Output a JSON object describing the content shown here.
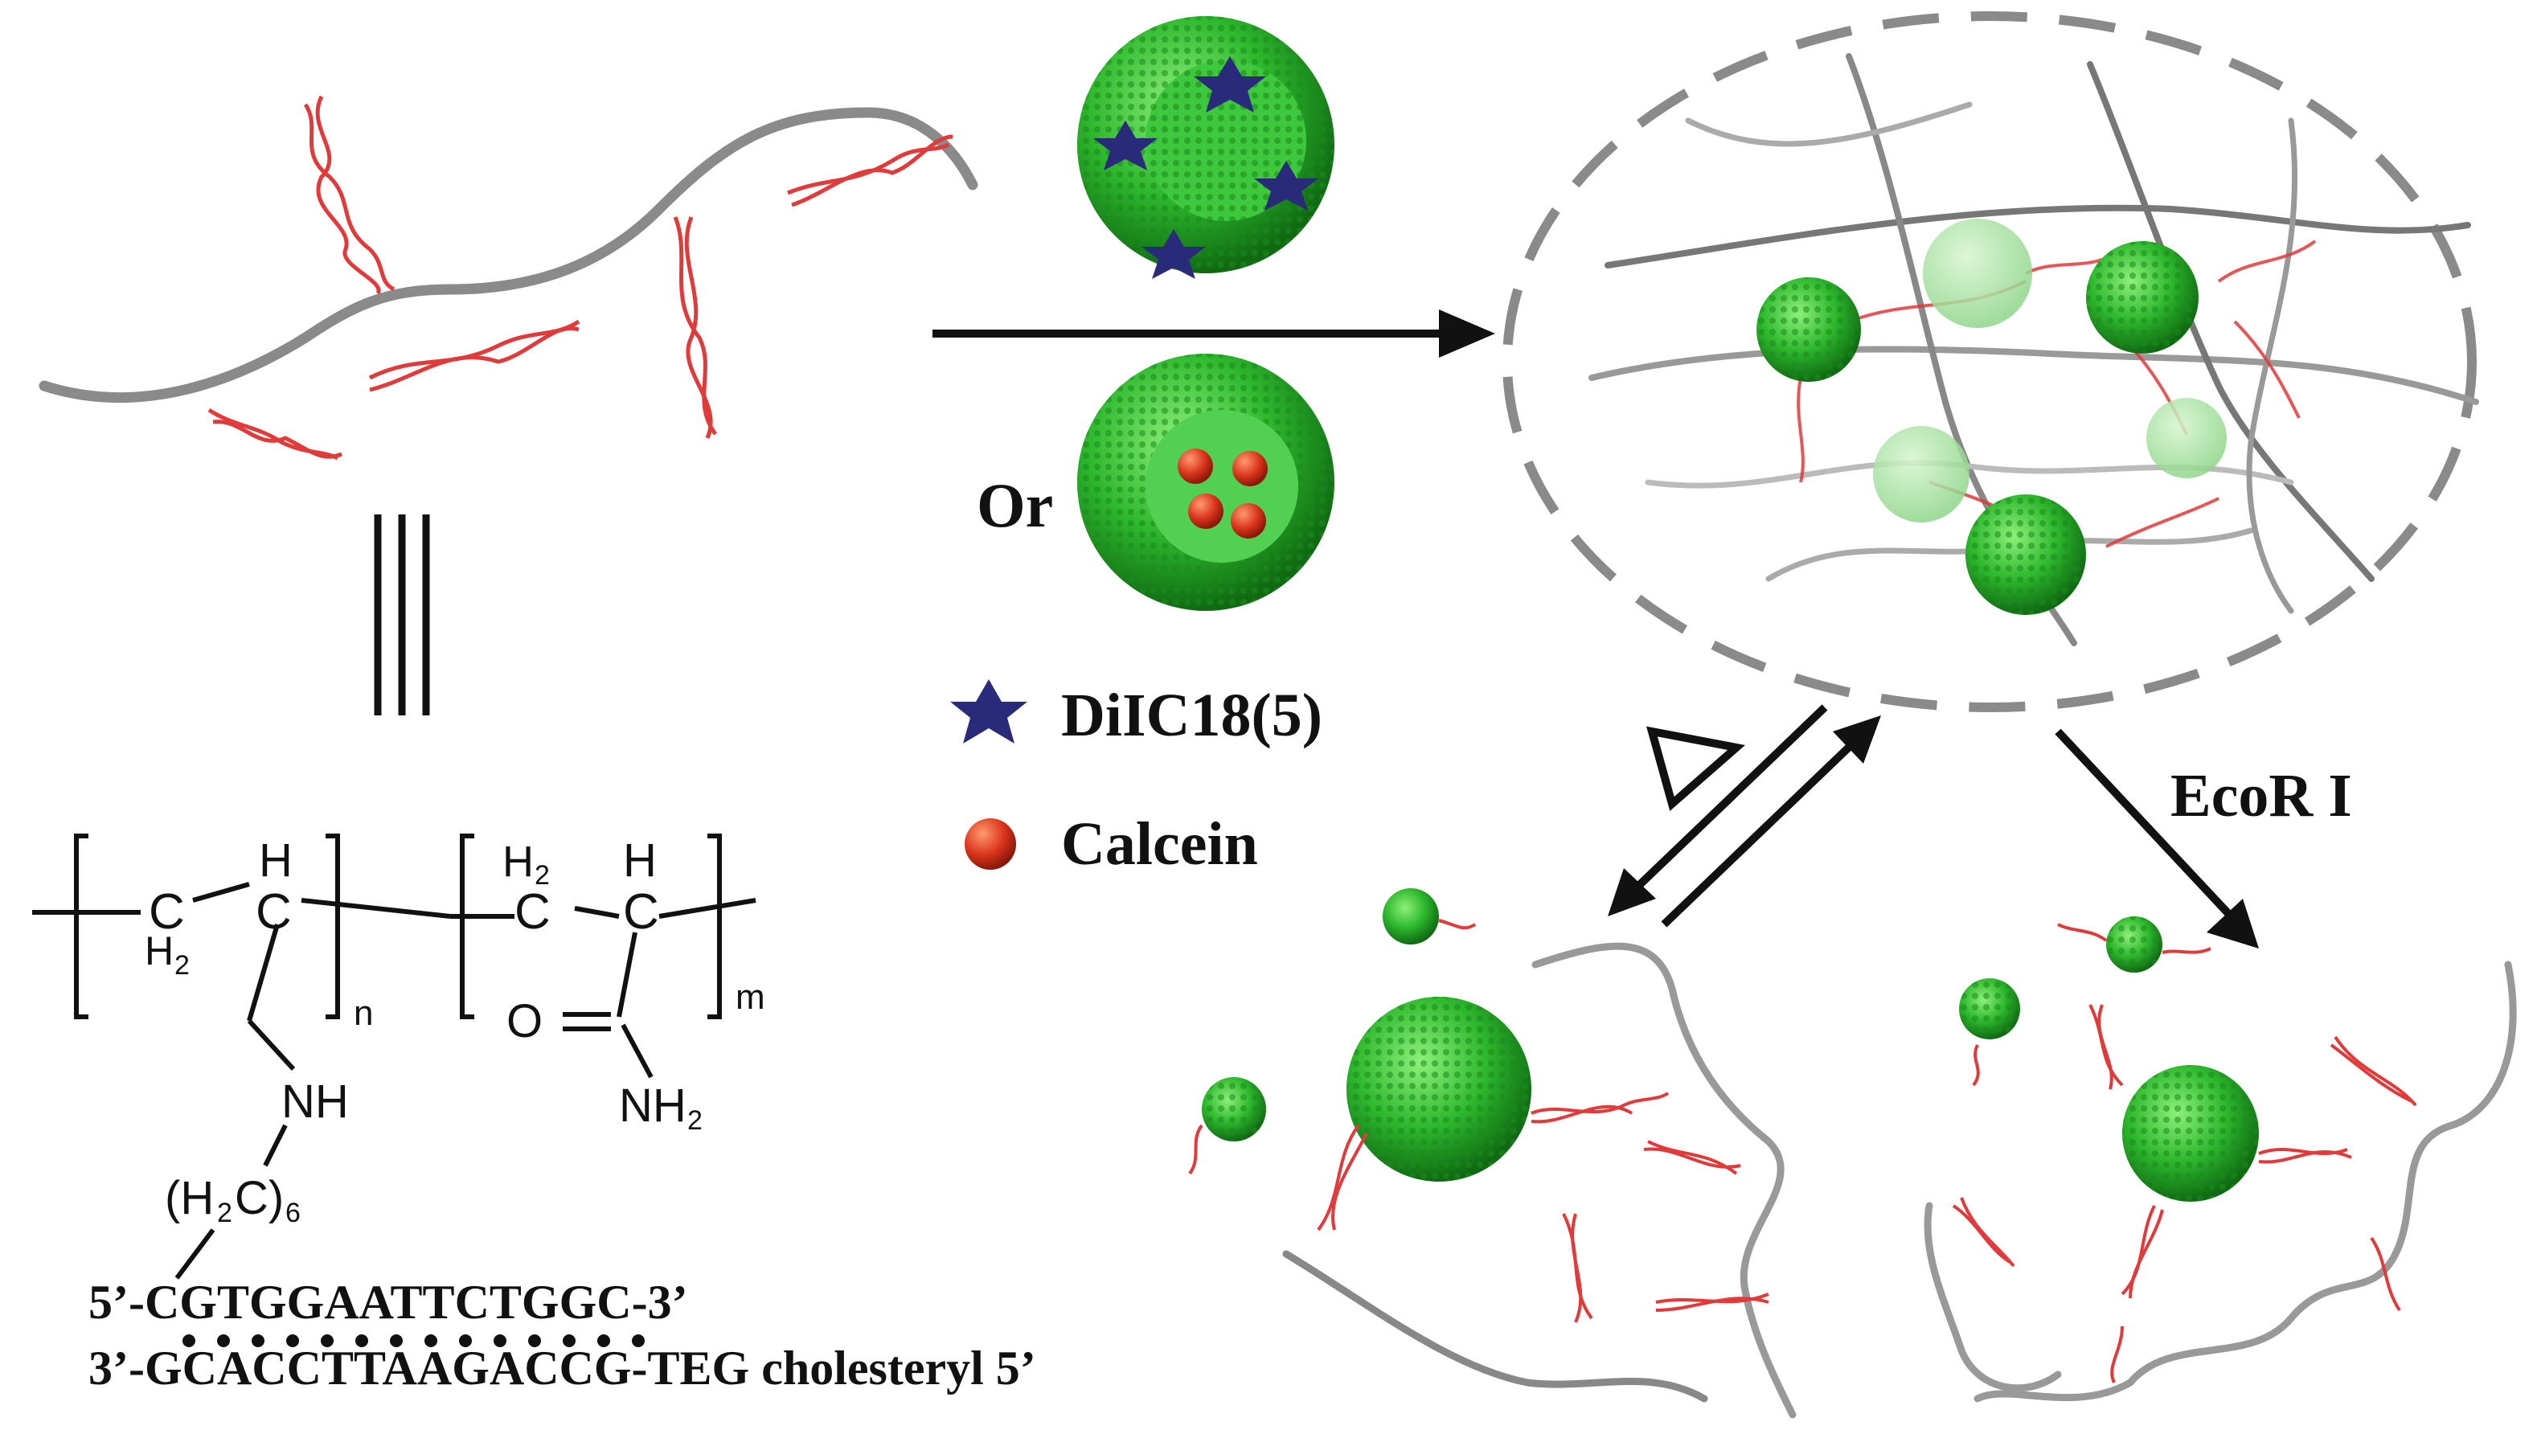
{
  "labels": {
    "or": "Or",
    "legend_dye": "DiIC18(5)",
    "legend_calcein": "Calcein",
    "enzyme": "EcoR I",
    "heat_symbol": "Δ"
  },
  "chemistry": {
    "h": "H",
    "h2": "H",
    "sub2": "2",
    "ch2_left_c": "C",
    "ch2_left_h": "H",
    "ch_c": "C",
    "n": "n",
    "m": "m",
    "nh": "NH",
    "o": "O",
    "nh2": "NH",
    "hexyl": "(H",
    "hexyl_c": "C)",
    "hexyl_sub": "6"
  },
  "dna": {
    "strand_top": "5’-CGTGGAATTCTGGC-3’",
    "strand_bottom": "3’-GCACCTTAAGACCG-TEG cholesteryl 5’"
  },
  "colors": {
    "polymer": "#8a8a8a",
    "dna": "#e03a3a",
    "liposome": "#2db82d",
    "star": "#2a2a7a",
    "calcein": "#cc2a10"
  }
}
